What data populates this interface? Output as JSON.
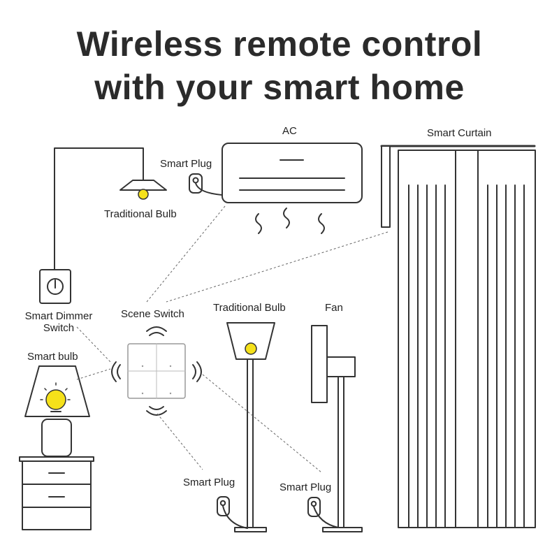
{
  "title": {
    "line1": "Wireless remote control",
    "line2": "with your smart home"
  },
  "labels": {
    "ac": "AC",
    "smart_curtain": "Smart Curtain",
    "smart_plug_ac": "Smart Plug",
    "traditional_bulb_ceiling": "Traditional Bulb",
    "smart_dimmer_switch_line1": "Smart Dimmer",
    "smart_dimmer_switch_line2": "Switch",
    "scene_switch": "Scene Switch",
    "traditional_bulb_floor": "Traditional Bulb",
    "fan": "Fan",
    "smart_bulb": "Smart bulb",
    "smart_plug_lamp": "Smart Plug",
    "smart_plug_fan": "Smart Plug"
  },
  "colors": {
    "line": "#333333",
    "bulb_yellow": "#f5e11a",
    "dashed": "#666666"
  }
}
